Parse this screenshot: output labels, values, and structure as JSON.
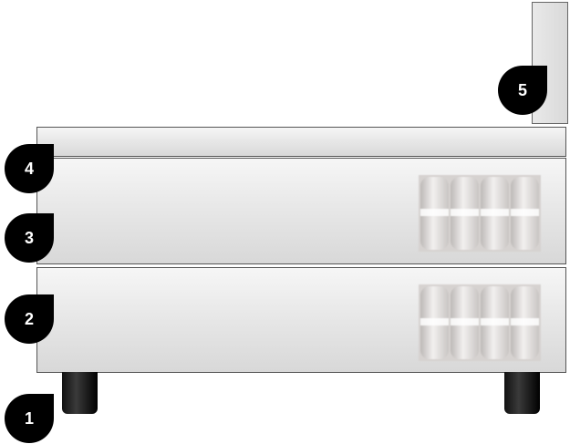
{
  "badges": {
    "leg": "1",
    "base": "2",
    "mattress": "3",
    "topper": "4",
    "headboard": "5"
  },
  "colors": {
    "badge_fill": "#000000",
    "badge_text": "#ffffff",
    "layer_fill": "#e6e6e6",
    "outline": "#555555",
    "leg_fill": "#111111"
  },
  "icons": {
    "coil_panel": "pocket-spring-coils-icon"
  }
}
